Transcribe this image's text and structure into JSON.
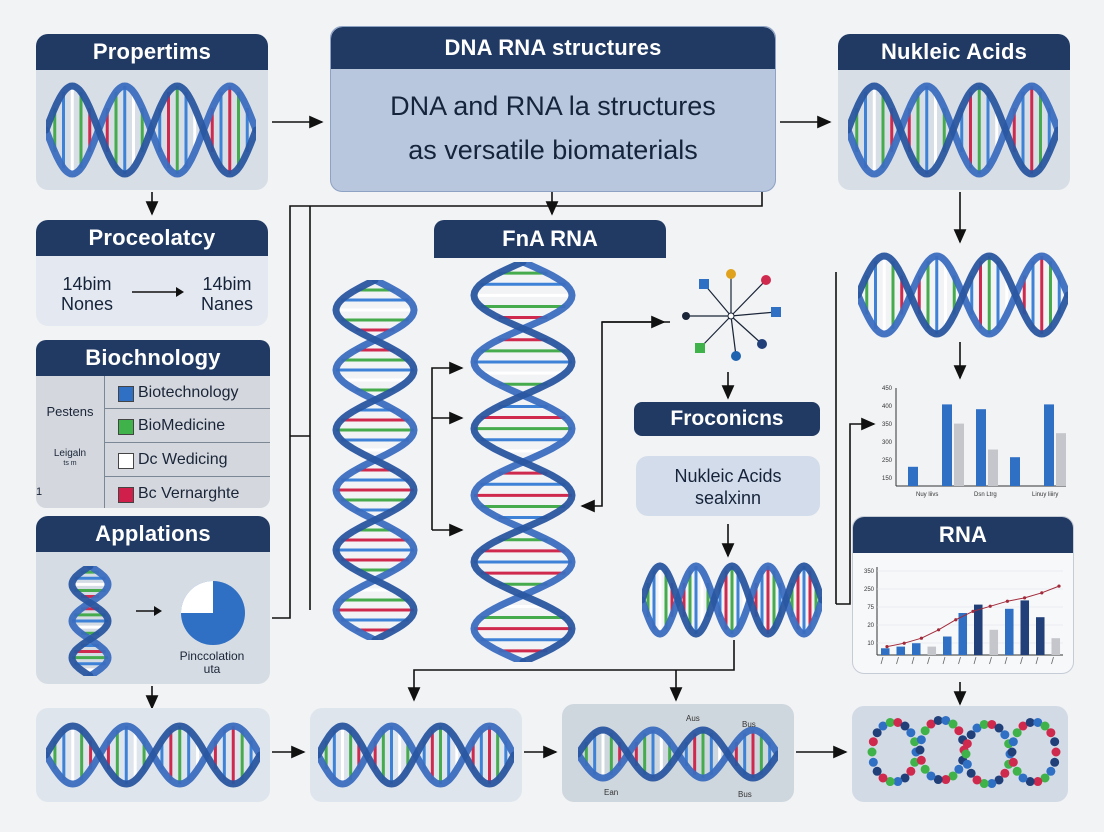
{
  "panels": {
    "properties": {
      "title": "Propertims"
    },
    "center": {
      "title": "DNA RNA structures",
      "line1": "DNA and RNA la structures",
      "line2": "as versatile biomaterials"
    },
    "nucleic": {
      "title": "Nukleic Acids"
    },
    "proceolatcy": {
      "title": "Proceolatcy",
      "left_top": "14bim",
      "left_bottom": "Nones",
      "right_top": "14bim",
      "right_bottom": "Nanes"
    },
    "biotech": {
      "title": "Biochnology",
      "side_label_1": "Pestens",
      "side_label_2": "Leigaln",
      "side_label_2b": "ts m",
      "side_label_3": "1",
      "items": [
        {
          "label": "Biotechnology",
          "color": "#2f6fc4"
        },
        {
          "label": "BioMedicine",
          "color": "#3fb24a"
        },
        {
          "label": "Dc Wedicing",
          "color": "#ffffff"
        },
        {
          "label": "Bc Vernarghte",
          "color": "#cf1f4a"
        }
      ]
    },
    "applications": {
      "title": "Applations",
      "caption1": "Pinccolation",
      "caption2": "uta"
    },
    "fna": {
      "title": "FnA RNA"
    },
    "froconicns": {
      "title": "Froconicns"
    },
    "nucleic_seal": {
      "line1": "Nukleic Acids",
      "line2": "sealxinn"
    },
    "rna": {
      "title": "RNA"
    }
  },
  "chart_upper": {
    "type": "bar",
    "y_ticks": [
      "450",
      "400",
      "350",
      "300",
      "250",
      "150"
    ],
    "x_labels": [
      "Nuy liivs",
      "Dsn Ltrg",
      "Linuy liiiry"
    ],
    "series": [
      {
        "color": "#2f6fc4",
        "values": [
          20,
          85,
          80,
          30,
          85
        ]
      },
      {
        "color": "#c4c6cc",
        "values": [
          0,
          65,
          38,
          0,
          55
        ]
      }
    ]
  },
  "chart_lower": {
    "type": "bar",
    "y_ticks": [
      "350",
      "250",
      "75",
      "20",
      "10"
    ],
    "bars": [
      {
        "color": "#2f6fc4",
        "value": 8
      },
      {
        "color": "#2f6fc4",
        "value": 10
      },
      {
        "color": "#2f6fc4",
        "value": 14
      },
      {
        "color": "#c4c6cc",
        "value": 10
      },
      {
        "color": "#2f6fc4",
        "value": 22
      },
      {
        "color": "#2f6fc4",
        "value": 50
      },
      {
        "color": "#21407a",
        "value": 60
      },
      {
        "color": "#c4c6cc",
        "value": 30
      },
      {
        "color": "#2f6fc4",
        "value": 55
      },
      {
        "color": "#21407a",
        "value": 65
      },
      {
        "color": "#21407a",
        "value": 45
      },
      {
        "color": "#c4c6cc",
        "value": 20
      }
    ],
    "trend": [
      10,
      14,
      20,
      30,
      42,
      52,
      58,
      64,
      68,
      74,
      82
    ]
  },
  "bottom_labels": {
    "tag1": "Aus",
    "tag2": "Bus",
    "tag3": "Bus",
    "tag4": "Ean"
  },
  "colors": {
    "header": "#213a63",
    "strand": "#3b6dbf",
    "rung_red": "#cf2a4e",
    "rung_green": "#45ab4c",
    "rung_blue": "#3d82d6",
    "rung_white": "#ffffff"
  }
}
